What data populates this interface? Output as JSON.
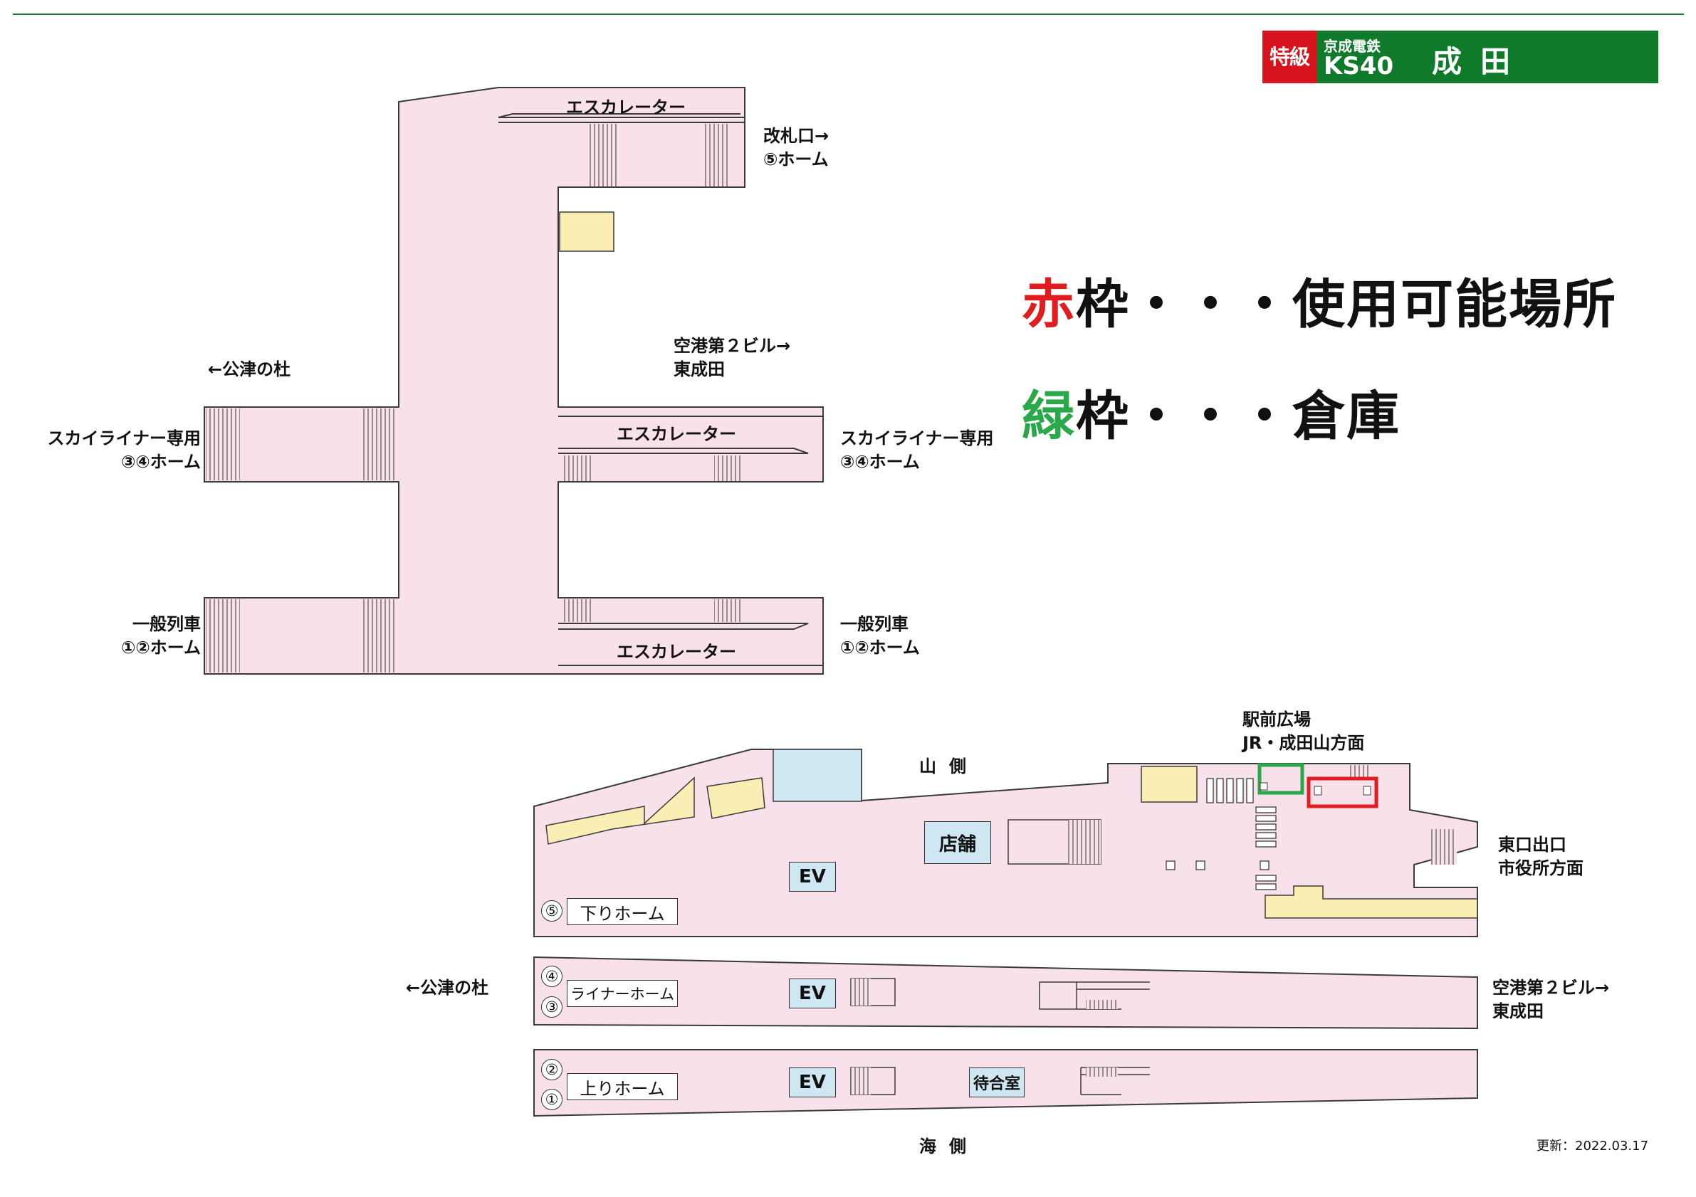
{
  "badge": {
    "kind": "特級",
    "line": "京成電鉄",
    "code": "KS40",
    "station": "成田"
  },
  "legend": {
    "red_word": "赤",
    "red_rest": "枠・・・使用可能場所",
    "green_word": "緑",
    "green_rest": "枠・・・倉庫"
  },
  "upper_floor": {
    "escalator_label": "エスカレーター",
    "to_gates": [
      "改札口→",
      "⑤ホーム"
    ],
    "to_airport": [
      "空港第２ビル→",
      "東成田"
    ],
    "to_kozunomori": "←公津の杜",
    "skyliner_left": [
      "スカイライナー専用",
      "③④ホーム"
    ],
    "skyliner_right": [
      "スカイライナー専用",
      "③④ホーム"
    ],
    "local_left": [
      "一般列車",
      "①②ホーム"
    ],
    "local_right": [
      "一般列車",
      "①②ホーム"
    ]
  },
  "lower_floor": {
    "mountain_side": "山側",
    "sea_side": "海側",
    "station_plaza": [
      "駅前広場",
      "JR・成田山方面"
    ],
    "east_exit": [
      "東口出口",
      "市役所方面"
    ],
    "to_kozunomori": "←公津の杜",
    "to_airport": [
      "空港第２ビル→",
      "東成田"
    ],
    "shop": "店舗",
    "waiting_room": "待合室",
    "ev": "EV",
    "platform_5": {
      "num": "⑤",
      "label": "下りホーム"
    },
    "platform_34": {
      "nums": [
        "④",
        "③"
      ],
      "label": "ライナーホーム"
    },
    "platform_12": {
      "nums": [
        "②",
        "①"
      ],
      "label": "上りホーム"
    }
  },
  "updated": "更新：2022.03.17",
  "colors": {
    "floor": "#f8e1ea",
    "outline": "#3a3a3a",
    "yellow": "#fbeeb5",
    "blue": "#cfe7f2",
    "available": "#e01e22",
    "storage": "#2aa84a"
  }
}
